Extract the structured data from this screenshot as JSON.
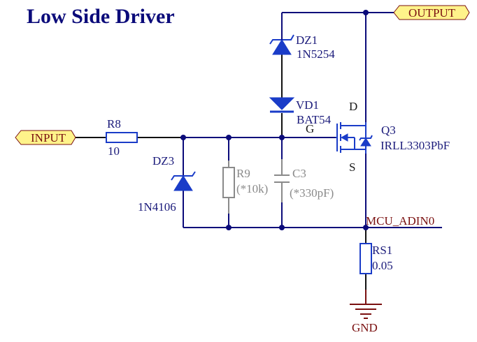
{
  "title": "Low Side Driver",
  "ports": {
    "input": "INPUT",
    "output": "OUTPUT"
  },
  "nets": {
    "mcu_adin0": "MCU_ADIN0",
    "gnd": "GND"
  },
  "components": {
    "r8": {
      "ref": "R8",
      "value": "10"
    },
    "dz3": {
      "ref": "DZ3",
      "value": "1N4106"
    },
    "r9": {
      "ref": "R9",
      "value": "(*10k)"
    },
    "c3": {
      "ref": "C3",
      "value": "(*330pF)"
    },
    "dz1": {
      "ref": "DZ1",
      "value": "1N5254"
    },
    "vd1": {
      "ref": "VD1",
      "value": "BAT54"
    },
    "q3": {
      "ref": "Q3",
      "value": "IRLL3303PbF",
      "pin_d": "D",
      "pin_g": "G",
      "pin_s": "S"
    },
    "rs1": {
      "ref": "RS1",
      "value": "0.05"
    }
  },
  "colors": {
    "wire": "#0b0b7a",
    "component": "#1a3cc8",
    "optional_component": "#8a8a8a",
    "port_fill": "#fff38a",
    "port_text": "#7a1010"
  }
}
